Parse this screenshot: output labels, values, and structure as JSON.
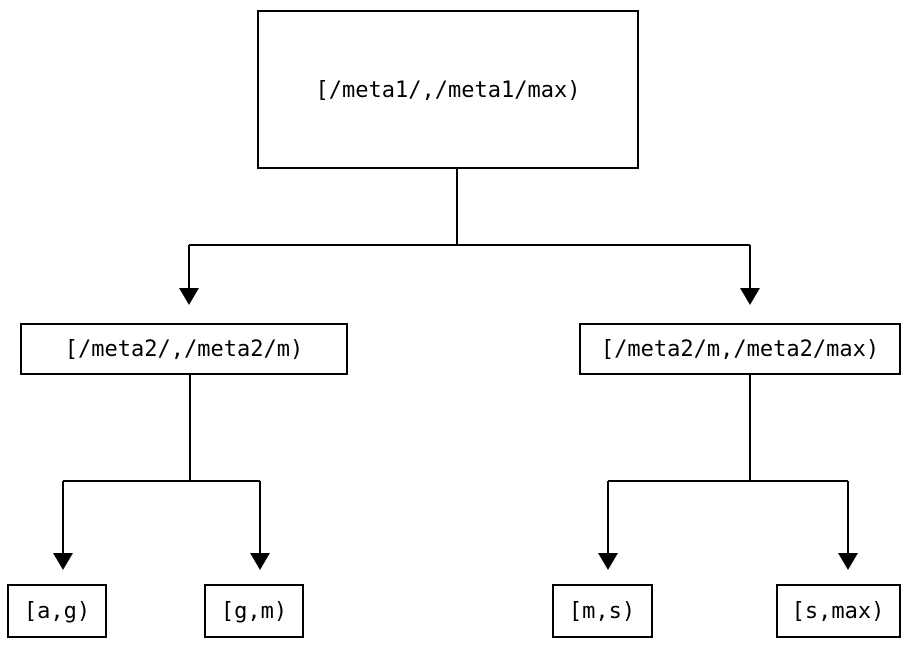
{
  "diagram": {
    "type": "tree",
    "title": "",
    "background_color": "#ffffff",
    "line_color": "#000000",
    "box_fill_color": "#ffffff",
    "box_border_color": "#000000",
    "text_color": "#000000",
    "levels": 3,
    "nodes": {
      "root": {
        "label": "[/meta1/,/meta1/max)",
        "level": 0
      },
      "mid_left": {
        "label": "[/meta2/,/meta2/m)",
        "level": 1
      },
      "mid_right": {
        "label": "[/meta2/m,/meta2/max)",
        "level": 1
      },
      "leaf_1": {
        "label": "[a,g)",
        "level": 2
      },
      "leaf_2": {
        "label": "[g,m)",
        "level": 2
      },
      "leaf_3": {
        "label": "[m,s)",
        "level": 2
      },
      "leaf_4": {
        "label": "[s,max)",
        "level": 2
      }
    },
    "edges": [
      {
        "from": "root",
        "to": "mid_left",
        "arrow": "down"
      },
      {
        "from": "root",
        "to": "mid_right",
        "arrow": "down"
      },
      {
        "from": "mid_left",
        "to": "leaf_1",
        "arrow": "down"
      },
      {
        "from": "mid_left",
        "to": "leaf_2",
        "arrow": "down"
      },
      {
        "from": "mid_right",
        "to": "leaf_3",
        "arrow": "down"
      },
      {
        "from": "mid_right",
        "to": "leaf_4",
        "arrow": "down"
      }
    ]
  }
}
